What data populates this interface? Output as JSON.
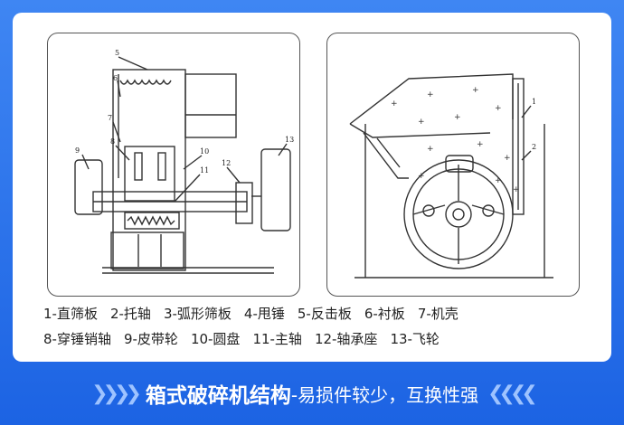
{
  "legend": {
    "row1": [
      "1-直筛板",
      "2-托轴",
      "3-弧形筛板",
      "4-甩锤",
      "5-反击板",
      "6-衬板",
      "7-机壳"
    ],
    "row2": [
      "8-穿锤销轴",
      "9-皮带轮",
      "10-圆盘",
      "11-主轴",
      "12-轴承座",
      "13-飞轮"
    ]
  },
  "left_labels": [
    "5",
    "6",
    "7",
    "8",
    "9",
    "10",
    "11",
    "12",
    "13"
  ],
  "right_labels": [
    "1",
    "2"
  ],
  "banner": {
    "title": "箱式破碎机结构",
    "subtitle": "-易损件较少，互换性强",
    "left_chevrons": "❯❯❯❯",
    "right_chevrons": "❮❮❮❮"
  },
  "colors": {
    "frame_blue": "#2a6ff0",
    "banner_text": "#ffffff"
  }
}
